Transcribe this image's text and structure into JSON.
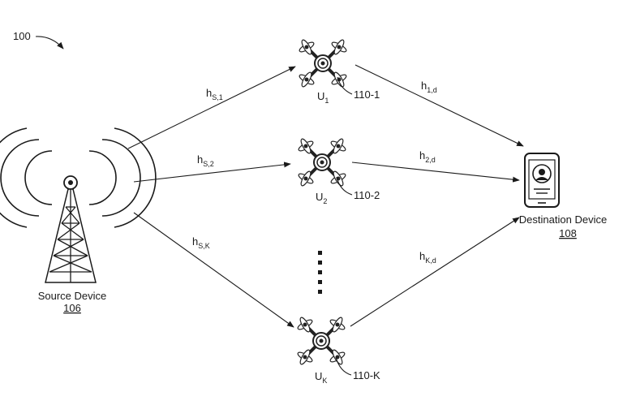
{
  "figure_number": "100",
  "source": {
    "name": "Source Device",
    "ref": "106"
  },
  "destination": {
    "name": "Destination Device",
    "ref": "108"
  },
  "relays": [
    {
      "main": "U",
      "sub": "1",
      "ref": "110-1"
    },
    {
      "main": "U",
      "sub": "2",
      "ref": "110-2"
    },
    {
      "main": "U",
      "sub": "K",
      "ref": "110-K"
    }
  ],
  "channels": {
    "source_to_relay": [
      {
        "main": "h",
        "sub": "S,1"
      },
      {
        "main": "h",
        "sub": "S,2"
      },
      {
        "main": "h",
        "sub": "S,K"
      }
    ],
    "relay_to_destination": [
      {
        "main": "h",
        "sub": "1,d"
      },
      {
        "main": "h",
        "sub": "2,d"
      },
      {
        "main": "h",
        "sub": "K,d"
      }
    ]
  },
  "icons": {
    "source": "radio-tower-icon",
    "relay": "drone-icon",
    "destination": "smartphone-icon"
  }
}
